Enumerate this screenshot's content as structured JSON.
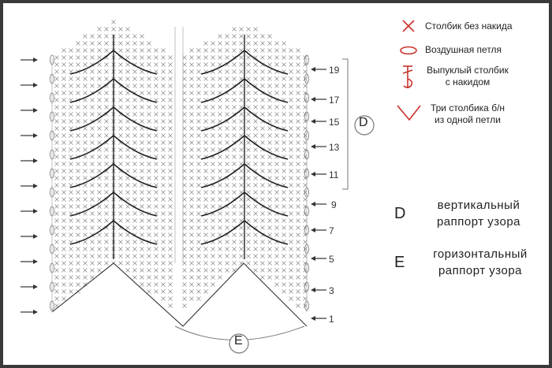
{
  "legend": {
    "items": [
      {
        "icon": "cross-icon",
        "label": "Столбик без накида"
      },
      {
        "icon": "oval-icon",
        "label": "Воздушная петля"
      },
      {
        "icon": "raised-stitch-icon",
        "label_line1": "Выпуклый столбик",
        "label_line2": "с накидом"
      },
      {
        "icon": "v-icon",
        "label_line1": "Три столбика б/н",
        "label_line2": "из одной петли"
      }
    ]
  },
  "row_numbers": [
    "19",
    "17",
    "15",
    "13",
    "11",
    "9",
    "7",
    "5",
    "3",
    "1"
  ],
  "markers": {
    "vertical": "D",
    "horizontal": "E"
  },
  "explanations": {
    "d_letter": "D",
    "d_line1": "вертикальный",
    "d_line2": "раппорт узора",
    "e_letter": "E",
    "e_line1": "горизонтальный",
    "e_line2": "раппорт узора"
  },
  "colors": {
    "accent": "#c8312a",
    "stitch": "#333333",
    "background": "#ffffff",
    "border": "#3a3a3a"
  }
}
